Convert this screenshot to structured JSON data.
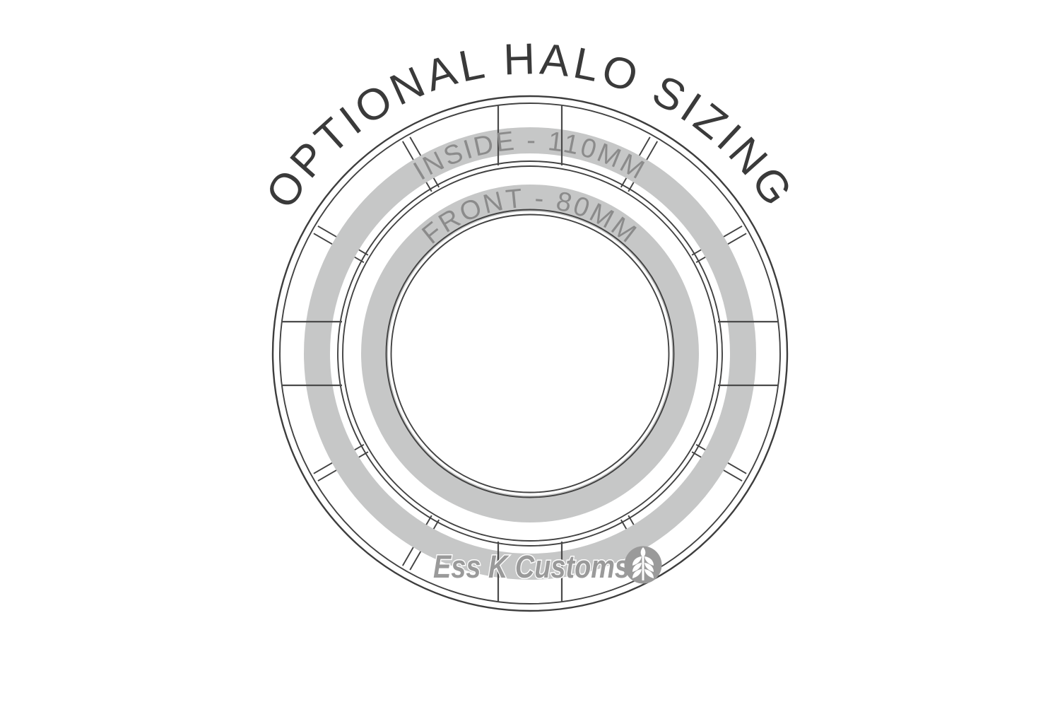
{
  "title": "OPTIONAL HALO SIZING",
  "diagram": {
    "rings": [
      {
        "id": "inside",
        "label": "INSIDE - 110MM",
        "size_mm": 110
      },
      {
        "id": "front",
        "label": "FRONT - 80MM",
        "size_mm": 80
      }
    ],
    "colors": {
      "halo_band": "#c6c7c7",
      "halo_label": "#8b8b8b",
      "title_text": "#3a3a3a",
      "line_art": "#424242",
      "logo": "#9a9a9a",
      "background": "#ffffff"
    }
  },
  "branding": {
    "logo_text": "Ess K Customs",
    "logo_icon": "wheat-icon"
  }
}
